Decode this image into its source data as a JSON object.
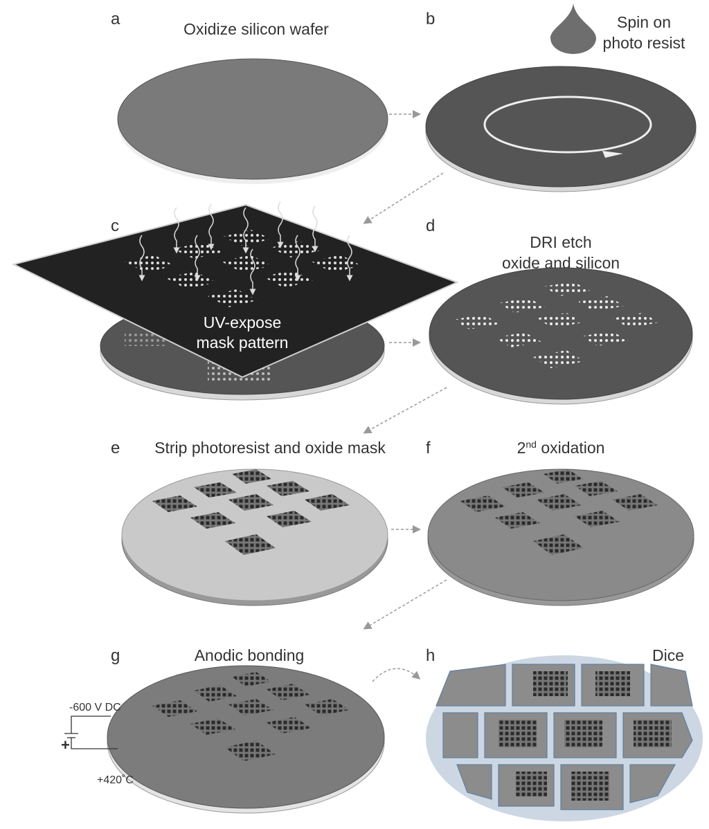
{
  "panels": [
    {
      "letter": "a",
      "label": "Oxidize silicon wafer"
    },
    {
      "letter": "b",
      "label_line1": "Spin on",
      "label_line2": "photo resist"
    },
    {
      "letter": "c",
      "label_line1": "UV-expose",
      "label_line2": "mask pattern"
    },
    {
      "letter": "d",
      "label_line1": "DRI etch",
      "label_line2": "oxide and silicon"
    },
    {
      "letter": "e",
      "label": "Strip photoresist and oxide mask"
    },
    {
      "letter": "f",
      "label_base": "2",
      "label_sup": "nd",
      "label_rest": " oxidation"
    },
    {
      "letter": "g",
      "label": "Anodic bonding",
      "voltage": "-600 V DC",
      "polarity": "+",
      "temperature": "+420˚C"
    },
    {
      "letter": "h",
      "label": "Dice"
    }
  ],
  "colors": {
    "wafer_dark": "#5a5a5a",
    "wafer_mid": "#7a7a7a",
    "wafer_light": "#bdbdbd",
    "mask": "#222222",
    "arrow": "#999999"
  }
}
